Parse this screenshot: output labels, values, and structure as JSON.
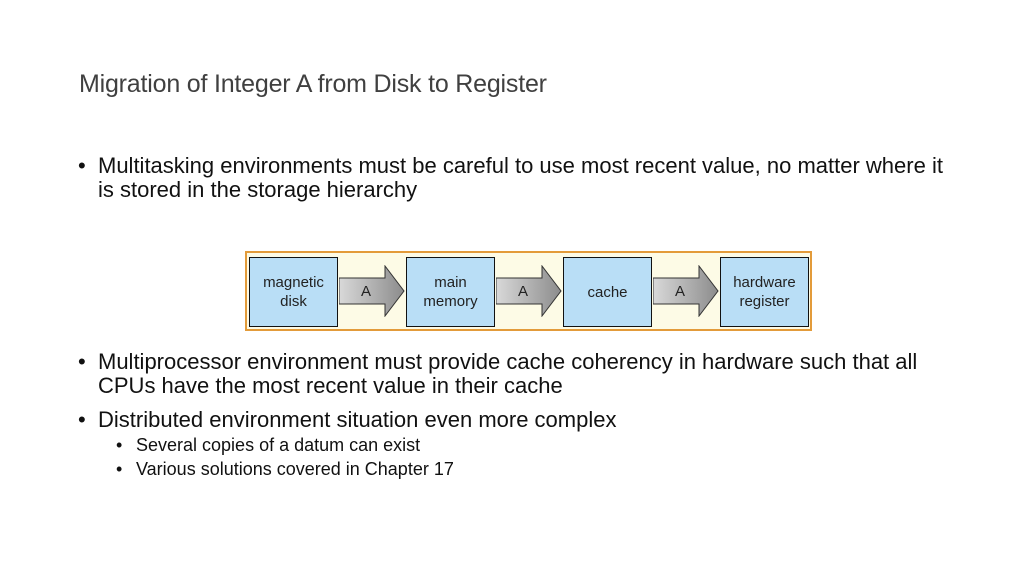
{
  "slide": {
    "title": "Migration of Integer A from Disk to Register"
  },
  "bullets_top": [
    "Multitasking environments must be careful to use most recent value, no matter where it is stored in the storage hierarchy"
  ],
  "diagram": {
    "nodes": [
      "magnetic\ndisk",
      "main\nmemory",
      "cache",
      "hardware\nregister"
    ],
    "arrow_label": "A",
    "colors": {
      "node_fill": "#b9def6",
      "frame_border": "#e39b3a",
      "frame_fill": "#fdfbe6"
    }
  },
  "bullets_bottom": [
    "Multiprocessor environment must provide cache coherency in hardware such that all CPUs have the most recent value in their cache",
    "Distributed environment situation even more complex"
  ],
  "sub_bullets": [
    "Several copies of a datum can exist",
    "Various solutions covered in Chapter 17"
  ]
}
